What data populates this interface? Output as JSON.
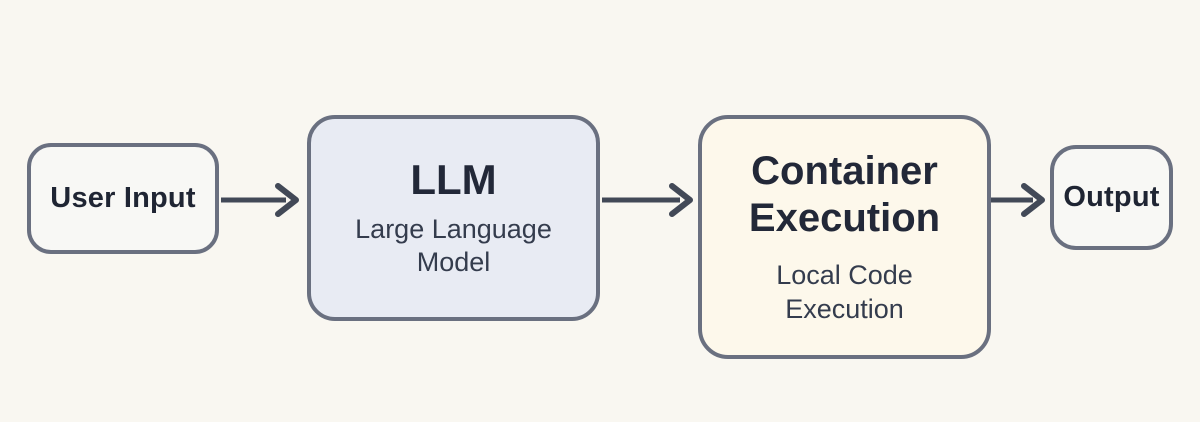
{
  "diagram": {
    "background_color": "#f9f7f1",
    "node_border_color": "#6a7080",
    "arrow_color": "#424957",
    "title_text_color": "#222838",
    "subtitle_text_color": "#343c4d",
    "nodes": {
      "user_input": {
        "label": "User Input",
        "fill": "#f8f8f5"
      },
      "llm": {
        "title": "LLM",
        "subtitle": "Large Language Model",
        "fill": "#e8ebf3"
      },
      "container_execution": {
        "title": "Container Execution",
        "subtitle": "Local Code Execution",
        "fill": "#fdf8eb"
      },
      "output": {
        "label": "Output",
        "fill": "#f8f8f5"
      }
    }
  }
}
